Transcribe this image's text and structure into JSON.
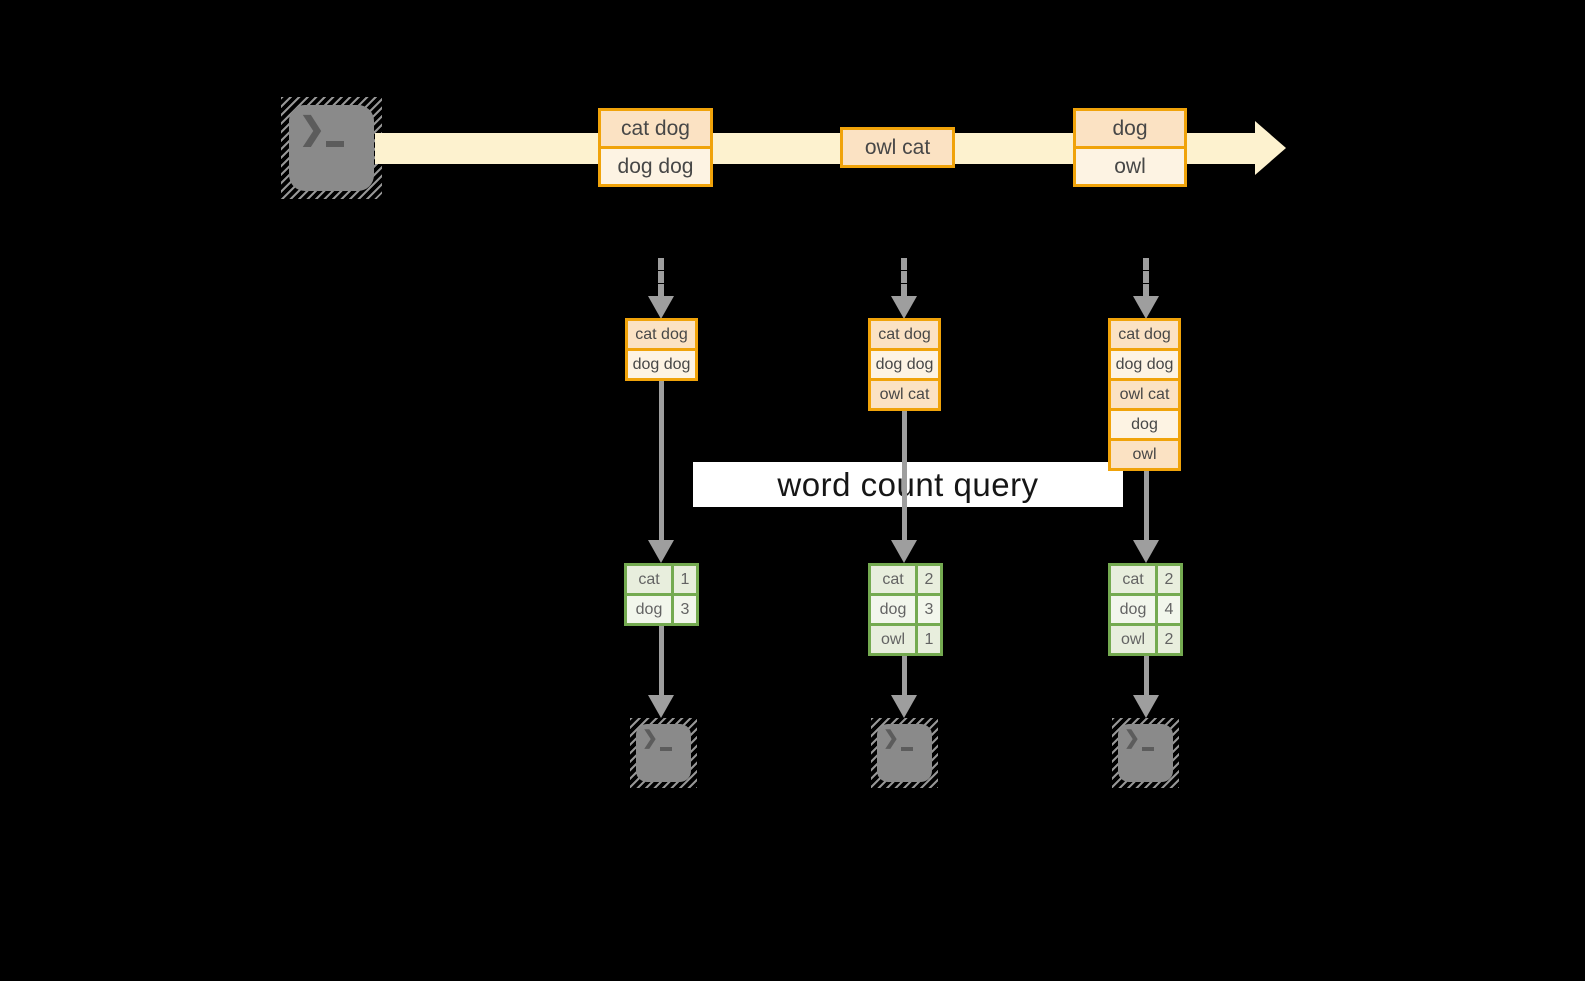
{
  "query_label": "word count query",
  "stream": {
    "batches": [
      {
        "rows": [
          "cat dog",
          "dog dog"
        ]
      },
      {
        "rows": [
          "owl cat"
        ]
      },
      {
        "rows": [
          "dog",
          "owl"
        ]
      }
    ]
  },
  "state_boxes": [
    {
      "rows": [
        "cat dog",
        "dog dog"
      ]
    },
    {
      "rows": [
        "cat dog",
        "dog dog",
        "owl cat"
      ]
    },
    {
      "rows": [
        "cat dog",
        "dog dog",
        "owl cat",
        "dog",
        "owl"
      ]
    }
  ],
  "result_tables": [
    {
      "rows": [
        {
          "word": "cat",
          "count": "1"
        },
        {
          "word": "dog",
          "count": "3"
        }
      ]
    },
    {
      "rows": [
        {
          "word": "cat",
          "count": "2"
        },
        {
          "word": "dog",
          "count": "3"
        },
        {
          "word": "owl",
          "count": "1"
        }
      ]
    },
    {
      "rows": [
        {
          "word": "cat",
          "count": "2"
        },
        {
          "word": "dog",
          "count": "4"
        },
        {
          "word": "owl",
          "count": "2"
        }
      ]
    }
  ],
  "icons": {
    "source": "terminal-prompt-icon",
    "sinks": [
      "terminal-prompt-icon",
      "terminal-prompt-icon",
      "terminal-prompt-icon"
    ],
    "prompt_glyph": "❯"
  },
  "colors": {
    "background": "#000000",
    "stream_band": "#fdf2cf",
    "amber_border": "#f0a30a",
    "peach_cell": "#fbe2c3",
    "cream_cell": "#fdf3e3",
    "green_border": "#74aa50",
    "green_cell_a": "#e8eedd",
    "green_cell_b": "#f2f6ec",
    "arrow_gray": "#9e9e9e",
    "terminal_fill": "#8a8a8a",
    "terminal_glyph": "#5c5c5c",
    "query_band": "#ffffff"
  }
}
